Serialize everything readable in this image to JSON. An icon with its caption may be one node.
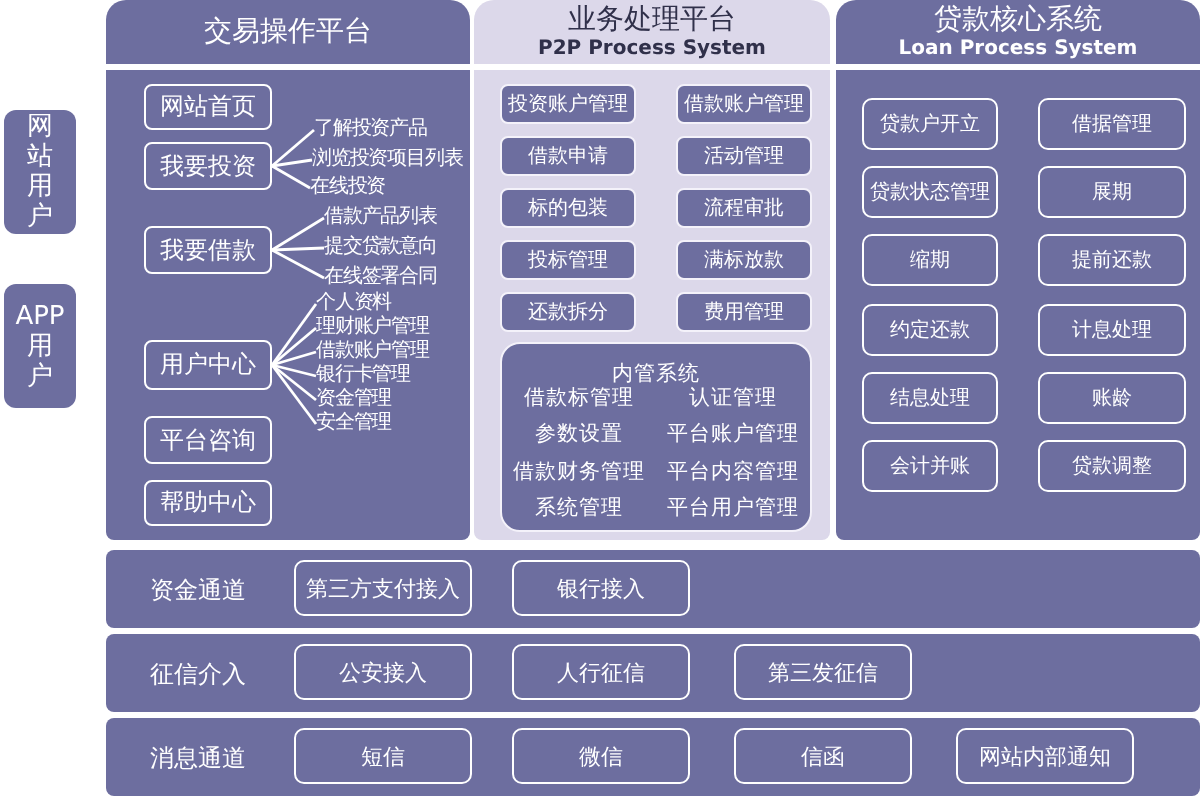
{
  "diagram": {
    "nodes": [
      {
        "text": [
          "网站用户"
        ]
      },
      {
        "text": [
          "APP用户"
        ]
      },
      {
        "text": [
          "交易操作平台"
        ]
      },
      {
        "text": [
          "网站首页"
        ],
        "in": 2
      },
      {
        "text": [
          "我要投资"
        ],
        "in": 2
      },
      {
        "text": [
          "了解投资产品"
        ],
        "in": 2
      },
      {
        "text": [
          "浏览投资项目列表"
        ],
        "in": 2
      },
      {
        "text": [
          "在线投资"
        ],
        "in": 2
      },
      {
        "text": [
          "我要借款"
        ],
        "in": 2
      },
      {
        "text": [
          "借款产品列表"
        ],
        "in": 2
      },
      {
        "text": [
          "提交贷款意向"
        ],
        "in": 2
      },
      {
        "text": [
          "在线签署合同"
        ],
        "in": 2
      },
      {
        "text": [
          "用户中心"
        ],
        "in": 2
      },
      {
        "text": [
          "个人资料"
        ],
        "in": 2
      },
      {
        "text": [
          "理财账户管理"
        ],
        "in": 2
      },
      {
        "text": [
          "借款账户管理"
        ],
        "in": 2
      },
      {
        "text": [
          "银行卡管理"
        ],
        "in": 2
      },
      {
        "text": [
          "资金管理"
        ],
        "in": 2
      },
      {
        "text": [
          "安全管理"
        ],
        "in": 2
      },
      {
        "text": [
          "平台咨询"
        ],
        "in": 2
      },
      {
        "text": [
          "帮助中心"
        ],
        "in": 2
      },
      {
        "text": [
          "业务处理平台",
          "P2P Process System"
        ]
      },
      {
        "text": [
          "投资账户管理"
        ],
        "in": 21
      },
      {
        "text": [
          "借款账户管理"
        ],
        "in": 21
      },
      {
        "text": [
          "借款申请"
        ],
        "in": 21
      },
      {
        "text": [
          "活动管理"
        ],
        "in": 21
      },
      {
        "text": [
          "标的包装"
        ],
        "in": 21
      },
      {
        "text": [
          "流程审批"
        ],
        "in": 21
      },
      {
        "text": [
          "投标管理"
        ],
        "in": 21
      },
      {
        "text": [
          "满标放款"
        ],
        "in": 21
      },
      {
        "text": [
          "还款拆分"
        ],
        "in": 21
      },
      {
        "text": [
          "费用管理"
        ],
        "in": 21
      },
      {
        "text": [
          "内管系统",
          "借款标管理",
          "认证管理",
          "参数设置",
          "平台账户管理",
          "借款财务管理",
          "平台内容管理",
          "系统管理",
          "平台用户管理"
        ],
        "in": 21
      },
      {
        "text": [
          "贷款核心系统",
          "Loan Process System"
        ]
      },
      {
        "text": [
          "贷款户开立"
        ],
        "in": 33
      },
      {
        "text": [
          "借据管理"
        ],
        "in": 33
      },
      {
        "text": [
          "贷款状态管理"
        ],
        "in": 33
      },
      {
        "text": [
          "展期"
        ],
        "in": 33
      },
      {
        "text": [
          "缩期"
        ],
        "in": 33
      },
      {
        "text": [
          "提前还款"
        ],
        "in": 33
      },
      {
        "text": [
          "约定还款"
        ],
        "in": 33
      },
      {
        "text": [
          "计息处理"
        ],
        "in": 33
      },
      {
        "text": [
          "结息处理"
        ],
        "in": 33
      },
      {
        "text": [
          "账龄"
        ],
        "in": 33
      },
      {
        "text": [
          "会计并账"
        ],
        "in": 33
      },
      {
        "text": [
          "贷款调整"
        ],
        "in": 33
      },
      {
        "text": [
          "资金通道"
        ]
      },
      {
        "text": [
          "第三方支付接入"
        ],
        "in": 46
      },
      {
        "text": [
          "银行接入"
        ],
        "in": 46
      },
      {
        "text": [
          "征信介入"
        ]
      },
      {
        "text": [
          "公安接入"
        ],
        "in": 49
      },
      {
        "text": [
          "人行征信"
        ],
        "in": 49
      },
      {
        "text": [
          "第三发征信"
        ],
        "in": 49
      },
      {
        "text": [
          "消息通道"
        ]
      },
      {
        "text": [
          "短信"
        ],
        "in": 53
      },
      {
        "text": [
          "微信"
        ],
        "in": 53
      },
      {
        "text": [
          "信函"
        ],
        "in": 53
      },
      {
        "text": [
          "网站内部通知"
        ],
        "in": 53
      }
    ],
    "edges": [
      {
        "from": 4,
        "to": 5,
        "arrow": "none"
      },
      {
        "from": 4,
        "to": 6,
        "arrow": "none"
      },
      {
        "from": 4,
        "to": 7,
        "arrow": "none"
      },
      {
        "from": 8,
        "to": 9,
        "arrow": "none"
      },
      {
        "from": 8,
        "to": 10,
        "arrow": "none"
      },
      {
        "from": 8,
        "to": 11,
        "arrow": "none"
      },
      {
        "from": 12,
        "to": 13,
        "arrow": "none"
      },
      {
        "from": 12,
        "to": 14,
        "arrow": "none"
      },
      {
        "from": 12,
        "to": 15,
        "arrow": "none"
      },
      {
        "from": 12,
        "to": 16,
        "arrow": "none"
      },
      {
        "from": 12,
        "to": 17,
        "arrow": "none"
      },
      {
        "from": 12,
        "to": 18,
        "arrow": "none"
      }
    ]
  }
}
